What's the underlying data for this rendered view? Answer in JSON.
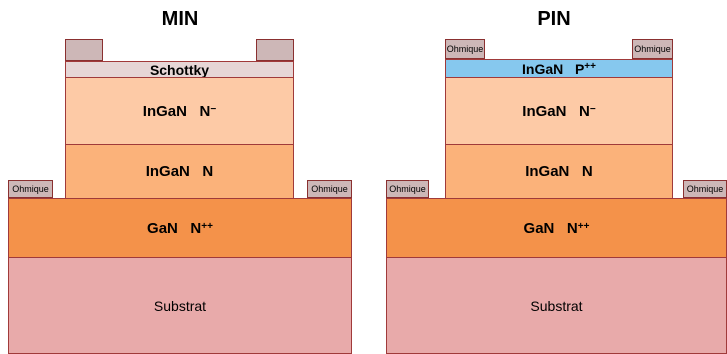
{
  "devices": {
    "min": {
      "title": "MIN",
      "pad_left": "Ohmique",
      "pad_right": "Ohmique",
      "schottky": "Schottky",
      "ingan_top": {
        "material": "InGaN",
        "type": "N",
        "sup": "−"
      },
      "ingan_mid": {
        "material": "InGaN",
        "type": "N"
      },
      "gan": {
        "material": "GaN",
        "type": "N",
        "sup": "++"
      },
      "substrate": "Substrat"
    },
    "pin": {
      "title": "PIN",
      "top_pad_left": "Ohmique",
      "top_pad_right": "Ohmique",
      "pad_left": "Ohmique",
      "pad_right": "Ohmique",
      "ingan_p": {
        "material": "InGaN",
        "type": "P",
        "sup": "++"
      },
      "ingan_top": {
        "material": "InGaN",
        "type": "N",
        "sup": "−"
      },
      "ingan_mid": {
        "material": "InGaN",
        "type": "N"
      },
      "gan": {
        "material": "GaN",
        "type": "N",
        "sup": "++"
      },
      "substrate": "Substrat"
    }
  },
  "colors": {
    "substrate": "#e8aaaa",
    "gan": "#f4924a",
    "ingan_n": "#fbb27a",
    "ingan_n_minus": "#fdcaa6",
    "schottky": "#e6d6d6",
    "p_plus": "#86c8ee",
    "contact": "#cdb7b7"
  }
}
